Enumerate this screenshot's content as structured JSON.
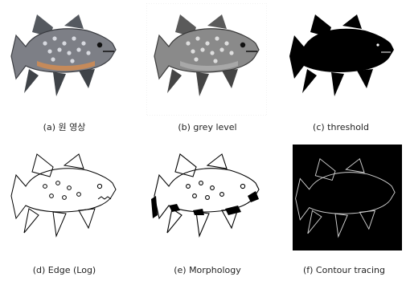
{
  "figure": {
    "panels": [
      {
        "id": "a",
        "caption": "(a) 원 영상"
      },
      {
        "id": "b",
        "caption": "(b) grey level"
      },
      {
        "id": "c",
        "caption": "(c) threshold"
      },
      {
        "id": "d",
        "caption": "(d) Edge (Log)"
      },
      {
        "id": "e",
        "caption": "(e) Morphology"
      },
      {
        "id": "f",
        "caption": "(f) Contour tracing"
      }
    ],
    "colors": {
      "original_body": "#7d7f86",
      "original_belly": "#c58a5a",
      "grey_body": "#8a8a8a",
      "threshold_fill": "#000000",
      "contour_background": "#000000",
      "contour_line": "#cfcfcf"
    }
  }
}
